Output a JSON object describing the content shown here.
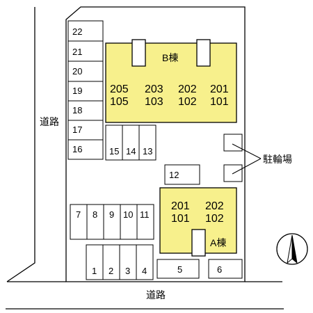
{
  "roads": {
    "west_label": "道路",
    "south_label": "道路"
  },
  "building_b": {
    "label": "B棟",
    "rooms_upper": [
      "205",
      "203",
      "202",
      "201"
    ],
    "rooms_lower": [
      "105",
      "103",
      "102",
      "101"
    ]
  },
  "building_a": {
    "label": "A棟",
    "rooms_upper": [
      "201",
      "202"
    ],
    "rooms_lower": [
      "101",
      "102"
    ]
  },
  "bike_parking": {
    "label": "駐輪場"
  },
  "parking": {
    "left_column": [
      "22",
      "21",
      "20",
      "19",
      "18",
      "17",
      "16"
    ],
    "middle_row": [
      "15",
      "14",
      "13"
    ],
    "single_12": "12",
    "row_7_11": [
      "7",
      "8",
      "9",
      "10",
      "11"
    ],
    "row_1_4": [
      "1",
      "2",
      "3",
      "4"
    ],
    "space_5": "5",
    "space_6": "6"
  },
  "colors": {
    "building_fill": "#f7f08c",
    "line": "#000000",
    "background": "#ffffff"
  },
  "compass": {
    "direction": "north",
    "icon": "north-arrow-icon"
  }
}
